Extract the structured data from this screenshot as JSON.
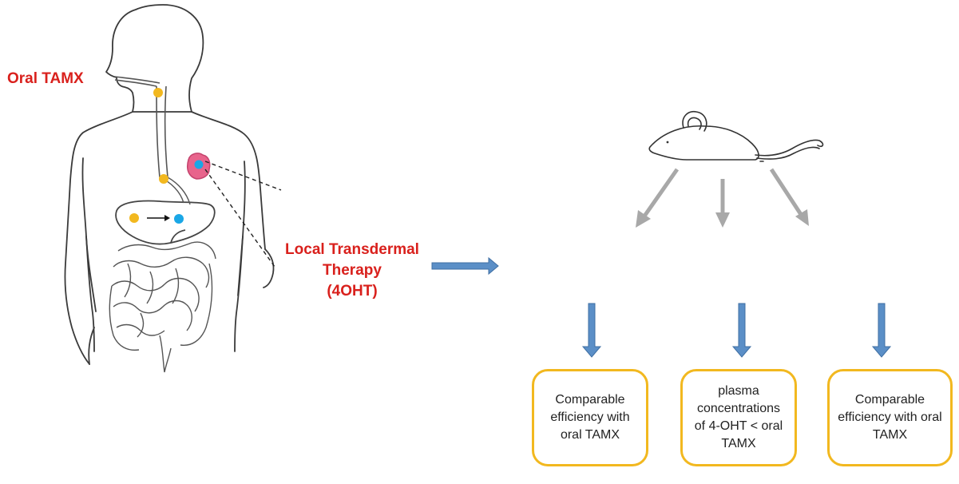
{
  "labels": {
    "oral": "Oral TAMX",
    "local_line1": "Local Transdermal",
    "local_line2": "Therapy",
    "local_line3": "(4OHT)"
  },
  "results": [
    "Comparable efficiency with oral TAMX",
    "plasma concentrations of 4-OHT < oral TAMX",
    "Comparable efficiency with oral TAMX"
  ],
  "colors": {
    "red_label": "#d9201c",
    "oral_drug_dot": "#f2b81f",
    "metabolite_dot": "#1aa7e6",
    "tumor": "#e8648c",
    "blue_arrow": "#5b8fc7",
    "grey_arrow": "#a8a8a8",
    "box_border": "#f2b81f"
  },
  "icons": {
    "body": "human-body-outline",
    "mouse": "mouse-outline"
  }
}
